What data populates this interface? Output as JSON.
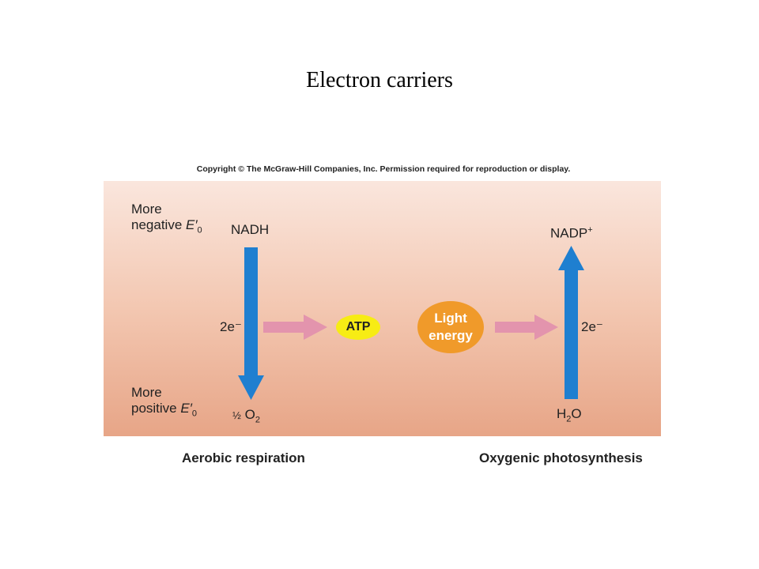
{
  "title": "Electron carriers",
  "copyright": "Copyright © The McGraw-Hill Companies, Inc. Permission required for reproduction or display.",
  "labels": {
    "more_negative_line1": "More",
    "more_negative_line2": "negative",
    "more_positive_line1": "More",
    "more_positive_line2": "positive",
    "e0_symbol": "E′",
    "e0_sub": "0",
    "nadh": "NADH",
    "half_o2_prefix": "½",
    "half_o2_base": "O",
    "half_o2_sub": "2",
    "nadp_base": "NADP",
    "nadp_sup": "+",
    "h2o_h": "H",
    "h2o_sub": "2",
    "h2o_o": "O",
    "electrons_left": "2e⁻",
    "electrons_right": "2e⁻",
    "atp": "ATP",
    "light_line1": "Light",
    "light_line2": "energy"
  },
  "captions": {
    "aerobic": "Aerobic respiration",
    "photosynthesis": "Oxygenic photosynthesis"
  },
  "colors": {
    "blue_arrow": "#1f7fd0",
    "pink_arrow": "#e394ad",
    "atp_fill": "#f7ec14",
    "light_fill": "#f09a2a"
  }
}
